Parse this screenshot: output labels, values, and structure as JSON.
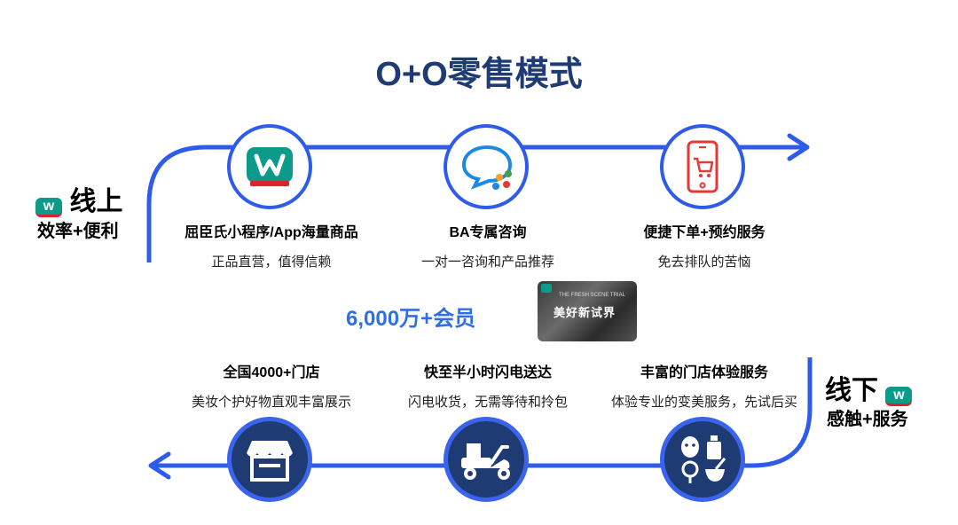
{
  "title": "O+O零售模式",
  "online": {
    "label": "线上",
    "sub": "效率+便利",
    "logo": "w"
  },
  "offline": {
    "label": "线下",
    "sub": "感触+服务",
    "logo": "w"
  },
  "members": "6,000万+会员",
  "promo": {
    "small": "THE FRESH SCENE TRIAL",
    "text": "美好新试界"
  },
  "top_features": [
    {
      "heading": "屈臣氏小程序/App海量商品",
      "sub": "正品直营，值得信赖",
      "icon": "watsons-logo-icon"
    },
    {
      "heading": "BA专属咨询",
      "sub": "一对一咨询和产品推荐",
      "icon": "chat-icon"
    },
    {
      "heading": "便捷下单+预约服务",
      "sub": "免去排队的苦恼",
      "icon": "phone-cart-icon"
    }
  ],
  "bottom_features": [
    {
      "heading": "全国4000+门店",
      "sub": "美妆个护好物直观丰富展示",
      "icon": "store-icon"
    },
    {
      "heading": "快至半小时闪电送达",
      "sub": "闪电收货，无需等待和拎包",
      "icon": "delivery-scooter-icon"
    },
    {
      "heading": "丰富的门店体验服务",
      "sub": "体验专业的变美服务，先试后买",
      "icon": "beauty-service-icon"
    }
  ],
  "colors": {
    "arrow": "#2f5bea",
    "title": "#1f3b73",
    "members": "#2f6fe4",
    "brand": "#0d9a8a",
    "brand_accent": "#d9232e"
  }
}
